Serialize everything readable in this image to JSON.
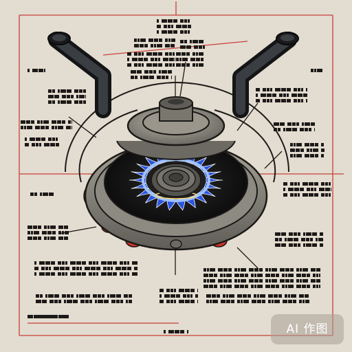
{
  "diagram": {
    "subject": "gas-burner-cutaway",
    "labels_legible": false,
    "colors": {
      "background": "#e3dcd0",
      "guide_line": "#c8403a",
      "ink": "#1c1a18",
      "metal": "#8d8a82",
      "metal_dark": "#4a4843",
      "burner_well": "#141414",
      "flame_outer": "#2a54e0",
      "flame_inner": "#9fc2ff",
      "flame_tip": "#f6d87a",
      "glow": "#e8392a",
      "handle": "#27292c"
    },
    "icons": [
      "left-gas-pipe-icon",
      "right-gas-pipe-icon",
      "burner-cap-icon",
      "flame-ring-icon"
    ],
    "label_groups": 18
  },
  "watermark": {
    "text": "AI 作图"
  }
}
